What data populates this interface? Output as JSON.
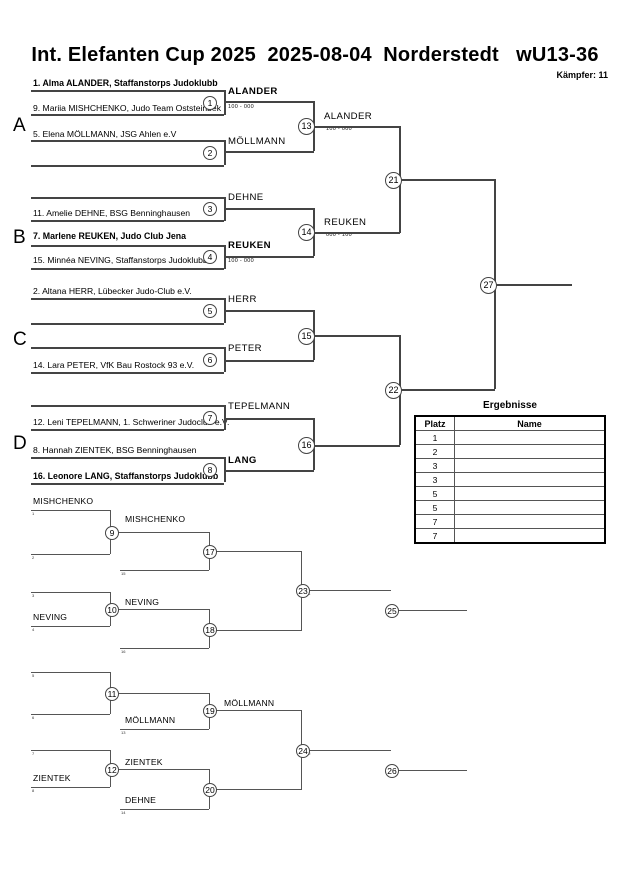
{
  "header": {
    "title": "Int. Elefanten Cup 2025  2025-08-04  Norderstedt   wU13-36",
    "fighters_label": "Kämpfer: 11"
  },
  "blocks": {
    "a": "A",
    "b": "B",
    "c": "C",
    "d": "D"
  },
  "entrants": [
    {
      "id": "e1",
      "text": "1. Alma ALANDER, Staffanstorps Judoklubb",
      "bold": true
    },
    {
      "id": "e9",
      "text": "9. Mariia MISHCHENKO, Judo Team Oststeinbek",
      "bold": false
    },
    {
      "id": "e5",
      "text": "5. Elena MÖLLMANN, JSG Ahlen e.V",
      "bold": false
    },
    {
      "id": "e11",
      "text": "11. Amelie DEHNE, BSG Benninghausen",
      "bold": false
    },
    {
      "id": "e7",
      "text": "7. Marlene REUKEN, Judo Club Jena",
      "bold": true
    },
    {
      "id": "e15",
      "text": "15. Minnéa NEVING, Staffanstorps Judoklubb",
      "bold": false
    },
    {
      "id": "e2",
      "text": "2. Altana HERR, Lübecker Judo-Club e.V.",
      "bold": false
    },
    {
      "id": "e14",
      "text": "14. Lara PETER, VfK Bau Rostock 93 e.V.",
      "bold": false
    },
    {
      "id": "e12",
      "text": "12. Leni TEPELMANN, 1. Schweriner Judoclub e.V.",
      "bold": false
    },
    {
      "id": "e8",
      "text": "8. Hannah ZIENTEK, BSG Benninghausen",
      "bold": false
    },
    {
      "id": "e16",
      "text": "16. Leonore LANG, Staffanstorps Judoklubb",
      "bold": true
    }
  ],
  "main_matches": [
    {
      "n": "1",
      "winner": "ALANDER",
      "bold": true,
      "score": "100 - 000"
    },
    {
      "n": "2",
      "winner": "MÖLLMANN",
      "bold": false,
      "score": ""
    },
    {
      "n": "3",
      "winner": "DEHNE",
      "bold": false,
      "score": ""
    },
    {
      "n": "4",
      "winner": "REUKEN",
      "bold": true,
      "score": "100 - 000"
    },
    {
      "n": "5",
      "winner": "HERR",
      "bold": false,
      "score": ""
    },
    {
      "n": "6",
      "winner": "PETER",
      "bold": false,
      "score": ""
    },
    {
      "n": "7",
      "winner": "TEPELMANN",
      "bold": false,
      "score": ""
    },
    {
      "n": "8",
      "winner": "LANG",
      "bold": true,
      "score": ""
    },
    {
      "n": "13",
      "winner": "ALANDER",
      "bold": false,
      "score": "100 - 000"
    },
    {
      "n": "14",
      "winner": "REUKEN",
      "bold": false,
      "score": "000 - 100"
    },
    {
      "n": "15",
      "winner": "",
      "bold": false,
      "score": ""
    },
    {
      "n": "16",
      "winner": "",
      "bold": false,
      "score": ""
    },
    {
      "n": "21",
      "winner": "",
      "bold": false,
      "score": ""
    },
    {
      "n": "22",
      "winner": "",
      "bold": false,
      "score": ""
    },
    {
      "n": "27",
      "winner": "",
      "bold": false,
      "score": ""
    }
  ],
  "repechage_matches": [
    {
      "n": "9",
      "winner": "MISHCHENKO"
    },
    {
      "n": "10",
      "winner": "NEVING"
    },
    {
      "n": "11",
      "winner": ""
    },
    {
      "n": "12",
      "winner": "ZIENTEK"
    },
    {
      "n": "17",
      "winner": "MISHCHENKO"
    },
    {
      "n": "18",
      "winner": ""
    },
    {
      "n": "19",
      "winner": "MÖLLMANN"
    },
    {
      "n": "20",
      "winner": ""
    },
    {
      "n": "23",
      "winner": ""
    },
    {
      "n": "24",
      "winner": ""
    },
    {
      "n": "25",
      "winner": ""
    },
    {
      "n": "26",
      "winner": ""
    }
  ],
  "repechage_feeds": [
    {
      "id": "f1",
      "label": "MISHCHENKO",
      "num": "1"
    },
    {
      "id": "f2",
      "label": "",
      "num": "2"
    },
    {
      "id": "f3",
      "label": "",
      "num": "3"
    },
    {
      "id": "f4",
      "label": "NEVING",
      "num": "4"
    },
    {
      "id": "f5",
      "label": "",
      "num": "5"
    },
    {
      "id": "f6",
      "label": "",
      "num": "6"
    },
    {
      "id": "f7",
      "label": "",
      "num": "7"
    },
    {
      "id": "f8",
      "label": "ZIENTEK",
      "num": "8"
    },
    {
      "id": "f13",
      "label": "",
      "num": "13"
    },
    {
      "id": "f14",
      "label": "DEHNE",
      "num": "14"
    },
    {
      "id": "f15",
      "label": "",
      "num": "15"
    },
    {
      "id": "f16",
      "label": "",
      "num": "16"
    },
    {
      "id": "f21",
      "label": "",
      "num": "21"
    },
    {
      "id": "f22",
      "label": "",
      "num": "22"
    },
    {
      "id": "f19",
      "label": "MÖLLMANN",
      "num": "19"
    }
  ],
  "results": {
    "title": "Ergebnisse",
    "columns": [
      "Platz",
      "Name"
    ],
    "rows": [
      {
        "place": "1",
        "name": ""
      },
      {
        "place": "2",
        "name": ""
      },
      {
        "place": "3",
        "name": ""
      },
      {
        "place": "3",
        "name": ""
      },
      {
        "place": "5",
        "name": ""
      },
      {
        "place": "5",
        "name": ""
      },
      {
        "place": "7",
        "name": ""
      },
      {
        "place": "7",
        "name": ""
      }
    ]
  }
}
